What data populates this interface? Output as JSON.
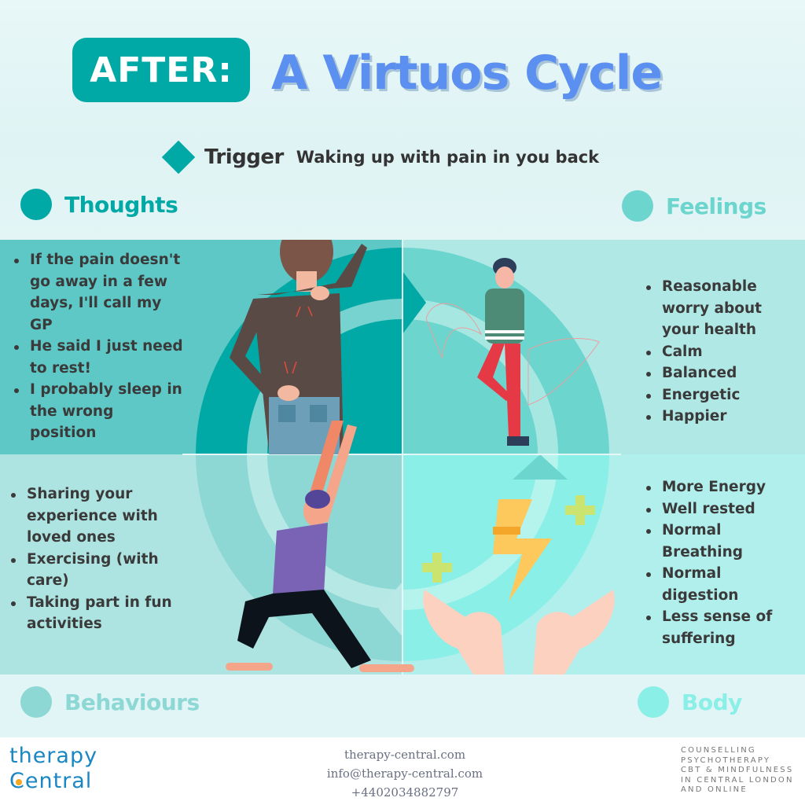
{
  "header": {
    "badge": "AFTER:",
    "title": "A Virtuos Cycle"
  },
  "trigger": {
    "label": "Trigger",
    "text": "Waking up with pain in you back"
  },
  "sections": {
    "thoughts": {
      "title": "Thoughts",
      "color": "#00a9a5",
      "items": [
        "If the pain doesn't go away in a few days, I'll call my GP",
        "He said I just need to rest!",
        "I probably sleep in the wrong position"
      ]
    },
    "feelings": {
      "title": "Feelings",
      "color": "#6cd5ce",
      "items": [
        "Reasonable worry about your health",
        "Calm",
        "Balanced",
        "Energetic",
        "Happier"
      ]
    },
    "behaviours": {
      "title": "Behaviours",
      "color": "#8dd8d4",
      "items": [
        "Sharing your experience with loved ones",
        "Exercising (with care)",
        "Taking part in fun activities"
      ]
    },
    "body": {
      "title": "Body",
      "color": "#8aefe7",
      "items": [
        "More Energy",
        "Well rested",
        "Normal Breathing",
        "Normal digestion",
        "Less sense of suffering"
      ]
    }
  },
  "illustrations": {
    "thoughts": "man-holding-back-in-pain",
    "feelings": "man-in-tree-yoga-pose",
    "behaviours": "woman-in-lunge-stretch",
    "body": "hands-with-lightning-bolt-and-plus-signs"
  },
  "footer": {
    "logo_line1": "therapy",
    "logo_line2": "Central",
    "website": "therapy-central.com",
    "email": "info@therapy-central.com",
    "phone": "+4402034882797",
    "tagline": [
      "COUNSELLING",
      "PSYCHOTHERAPY",
      "CBT & MINDFULNESS",
      "IN CENTRAL LONDON",
      "AND ONLINE"
    ]
  }
}
